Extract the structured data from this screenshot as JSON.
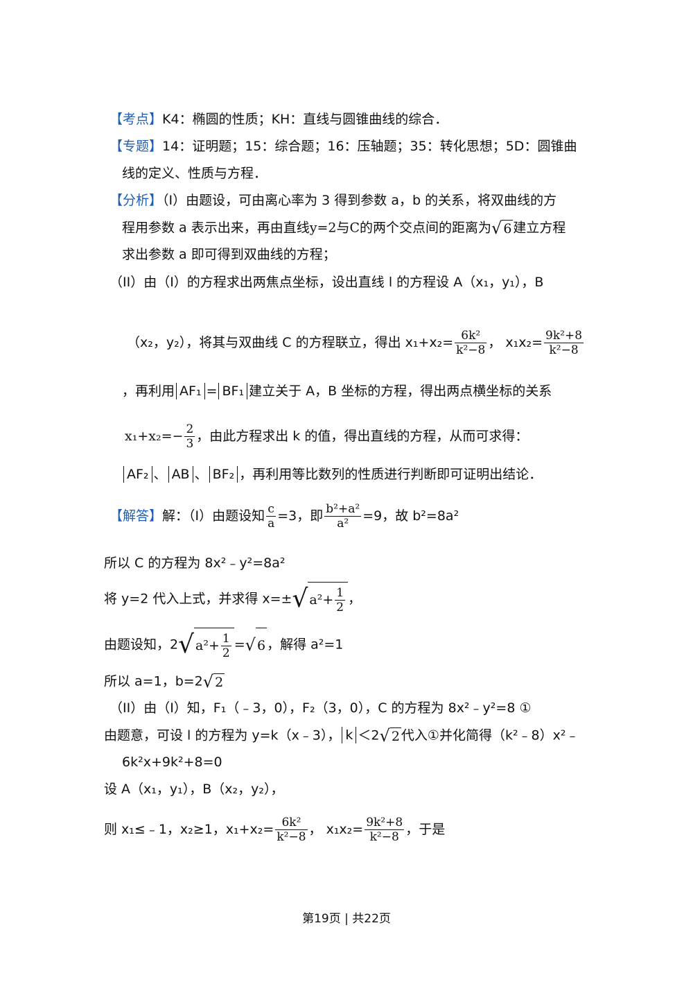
{
  "kaodian": {
    "tag": "【考点】",
    "text": "K4：椭圆的性质；KH：直线与圆锥曲线的综合．"
  },
  "zhuanti": {
    "tag": "【专题】",
    "text1": "14：证明题；15：综合题；16：压轴题；35：转化思想；5D：圆锥曲",
    "text2": "线的定义、性质与方程．"
  },
  "fenxi": {
    "tag": "【分析】",
    "l1": "（I）由题设，可由离心率为 3 得到参数 a，b 的关系，将双曲线的方",
    "l2a": "程用参数 a 表示出来，再由直线",
    "l2b": "y=2与C的两个交点间的距离为",
    "l2c": "6",
    "l2d": "建立方程",
    "l3": "求出参数 a 即可得到双曲线的方程；",
    "l4": "（II）由（I）的方程求出两焦点坐标，设出直线 l 的方程设 A（x₁，y₁），B",
    "l5a": "（x₂，y₂），将其与双曲线 C 的方程联立，得出 x₁+x₂=",
    "l5_f1n": "6k²",
    "l5_f1d": "k²−8",
    "l5b": "，  x₁x₂=",
    "l5_f2n": "9k²+8",
    "l5_f2d": "k²−8",
    "l6a": "，再利用",
    "l6_abs1": "AF₁",
    "l6b": "=",
    "l6_abs2": "BF₁",
    "l6c": "建立关于 A，B 坐标的方程，得出两点横坐标的关系",
    "l7a": "x₁+x₂=−",
    "l7_fn": "2",
    "l7_fd": "3",
    "l7b": "，由此方程求出 k 的值，得出直线的方程，从而可求得：",
    "l8a": "AF₂",
    "l8b": "、",
    "l8c": "AB",
    "l8d": "、",
    "l8e": "BF₂",
    "l8f": "，再利用等比数列的性质进行判断即可证明出结论．"
  },
  "jieda": {
    "tag": "【解答】",
    "l1a": "解：（I）由题设知",
    "l1_f1n": "c",
    "l1_f1d": "a",
    "l1b": "=3，即",
    "l1_f2n": "b²+a²",
    "l1_f2d": "a²",
    "l1c": "=9，故 b²=8a²",
    "l2": "所以 C 的方程为 8x²﹣y²=8a²",
    "l3a": "将 y=2 代入上式，并求得 x=±",
    "l3_sq_a": "a²+",
    "l3_fn": "1",
    "l3_fd": "2",
    "l3b": "，",
    "l4a": "由题设知，2",
    "l4_sq_a": "a²+",
    "l4_fn": "1",
    "l4_fd": "2",
    "l4b": "=",
    "l4_sq2": "6",
    "l4c": "，解得 a²=1",
    "l5a": "所以 a=1，b=2",
    "l5_sq": "2",
    "l6": "（II）由（I）知，F₁（﹣3，0），F₂（3，0），C 的方程为 8x²﹣y²=8   ①",
    "l7a": "由题意，可设 l 的方程为 y=k（x﹣3），",
    "l7_abs": "k",
    "l7b": "＜2",
    "l7_sq": "2",
    "l7c": "代入①并化简得（k²﹣8）x²﹣",
    "l8": "6k²x+9k²+8=0",
    "l9": "设 A（x₁，y₁），B（x₂，y₂），",
    "l10a": "则 x₁≤﹣1，x₂≥1，x₁+x₂=",
    "l10_f1n": "6k²",
    "l10_f1d": "k²−8",
    "l10b": "，  x₁x₂=",
    "l10_f2n": "9k²+8",
    "l10_f2d": "k²−8",
    "l10c": "，于是"
  },
  "footer": "第19页 | 共22页"
}
